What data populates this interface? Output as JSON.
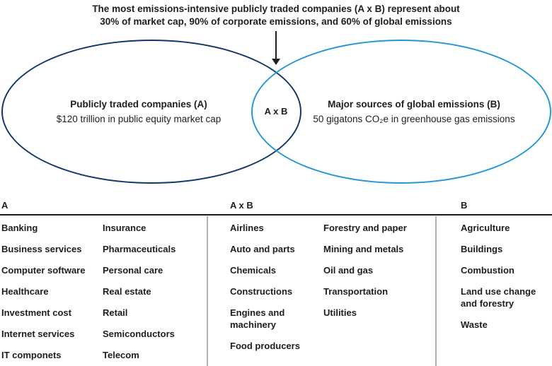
{
  "title": {
    "line1": "The most emissions-intensive publicly traded companies (A x B) represent about",
    "line2": "30% of market cap, 90% of corporate emissions, and 60% of global emissions"
  },
  "venn": {
    "left": {
      "label": "Publicly traded companies (A)",
      "sublabel": "$120 trillion in public equity market cap",
      "color": "#113866"
    },
    "right": {
      "label": "Major sources of global emissions (B)",
      "sublabel": "50 gigatons CO₂e in greenhouse gas emissions",
      "color": "#2598d4"
    },
    "intersection_label": "A x B"
  },
  "table": {
    "columns": [
      {
        "header": "A",
        "lists": [
          [
            "Banking",
            "Business services",
            "Computer software",
            "Healthcare",
            "Investment cost",
            "Internet services",
            "IT componets"
          ],
          [
            "Insurance",
            "Pharmaceuticals",
            "Personal care",
            "Real estate",
            "Retail",
            "Semiconductors",
            "Telecom"
          ]
        ]
      },
      {
        "header": "A x B",
        "lists": [
          [
            "Airlines",
            "Auto and parts",
            "Chemicals",
            "Constructions",
            "Engines and\nmachinery",
            "Food producers"
          ],
          [
            "Forestry and paper",
            "Mining and metals",
            "Oil and gas",
            "Transportation",
            "Utilities"
          ]
        ]
      },
      {
        "header": "B",
        "lists": [
          [
            "Agriculture",
            "Buildings",
            "Combustion",
            "Land use change\nand forestry",
            "Waste"
          ]
        ]
      }
    ]
  },
  "colors": {
    "text": "#1e1e1e",
    "divider": "#b3b3b3",
    "ellipse_a": "#113866",
    "ellipse_b": "#2598d4"
  }
}
